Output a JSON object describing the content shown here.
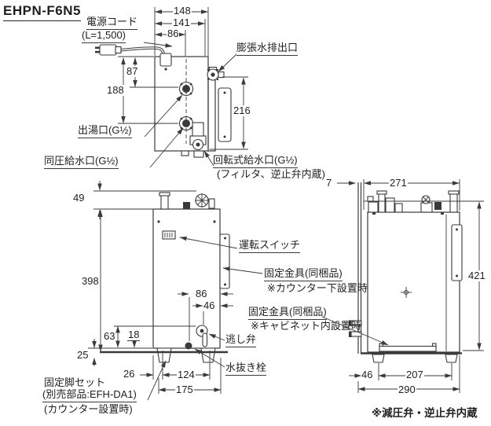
{
  "title": "EHPN-F6N5",
  "labels": {
    "power_cord_1": "電源コード",
    "power_cord_2": "(L=1,500)",
    "expansion_outlet": "膨張水排出口",
    "hot_water_outlet": "出湯口(G½)",
    "equal_pressure_inlet": "同圧給水口(G½)",
    "rotary_inlet_1": "回転式給水口(G½)",
    "rotary_inlet_2": "(フィルタ、逆止弁内蔵)",
    "operation_switch": "運転スイッチ",
    "bracket_counter_1": "固定金具(同梱品)",
    "bracket_counter_2": "※カウンター下設置時",
    "bracket_cabinet_1": "固定金具(同梱品)",
    "bracket_cabinet_2": "※キャビネット内設置時",
    "relief_valve": "逃し弁",
    "drain_plug": "水抜き栓",
    "fixing_leg_1": "固定脚セット",
    "fixing_leg_2": "(別売部品:EFH-DA1)",
    "fixing_leg_3": "(カウンター設置時)",
    "footnote": "※減圧弁・逆止弁内蔵"
  },
  "dimensions": {
    "top_view": {
      "w148": "148",
      "w141": "141",
      "w86": "86",
      "h87": "87",
      "h188": "188",
      "h216": "216"
    },
    "front_view": {
      "h49": "49",
      "h398": "398",
      "w86": "86",
      "w46": "46",
      "h63": "63",
      "h18": "18",
      "h25": "25",
      "w26": "26",
      "w124": "124",
      "w175": "175"
    },
    "side_view": {
      "w7": "7",
      "w271": "271",
      "h421": "421",
      "w46": "46",
      "w207": "207",
      "w290": "290"
    }
  },
  "colors": {
    "line": "#3a3a3a",
    "text": "#1f1f1f",
    "background": "#ffffff"
  }
}
